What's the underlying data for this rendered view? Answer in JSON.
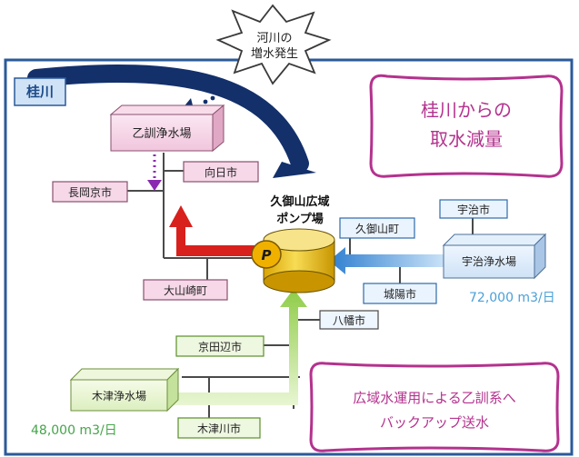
{
  "burst_text": [
    "河川の",
    "増水発生"
  ],
  "callout_top": [
    "桂川からの",
    "取水減量"
  ],
  "callout_bottom": [
    "広域水運用による乙訓系へ",
    "バックアップ送水"
  ],
  "river_label": "桂川",
  "pump_title": [
    "久御山広域",
    "ポンプ場"
  ],
  "pump_badge": "P",
  "plants": {
    "otokuni": "乙訓浄水場",
    "uji": "宇治浄水場",
    "kizu": "木津浄水場"
  },
  "cities": {
    "muko": "向日市",
    "nagaokakyo": "長岡京市",
    "oyamazaki": "大山崎町",
    "uji": "宇治市",
    "kumiyama": "久御山町",
    "joyo": "城陽市",
    "yawata": "八幡市",
    "kyotanabe": "京田辺市",
    "kizugawa": "木津川市"
  },
  "capacity_uji": "72,000 m3/日",
  "capacity_kizu": "48,000 m3/日",
  "colors": {
    "frame": "#2a5a9a",
    "river": "#13306b",
    "magenta": "#b4328e",
    "red": "#d8201c",
    "blue": "#2f7fd0",
    "green": "#9bd256",
    "cyan_text": "#4aa0d8",
    "green_text": "#45a44b"
  }
}
